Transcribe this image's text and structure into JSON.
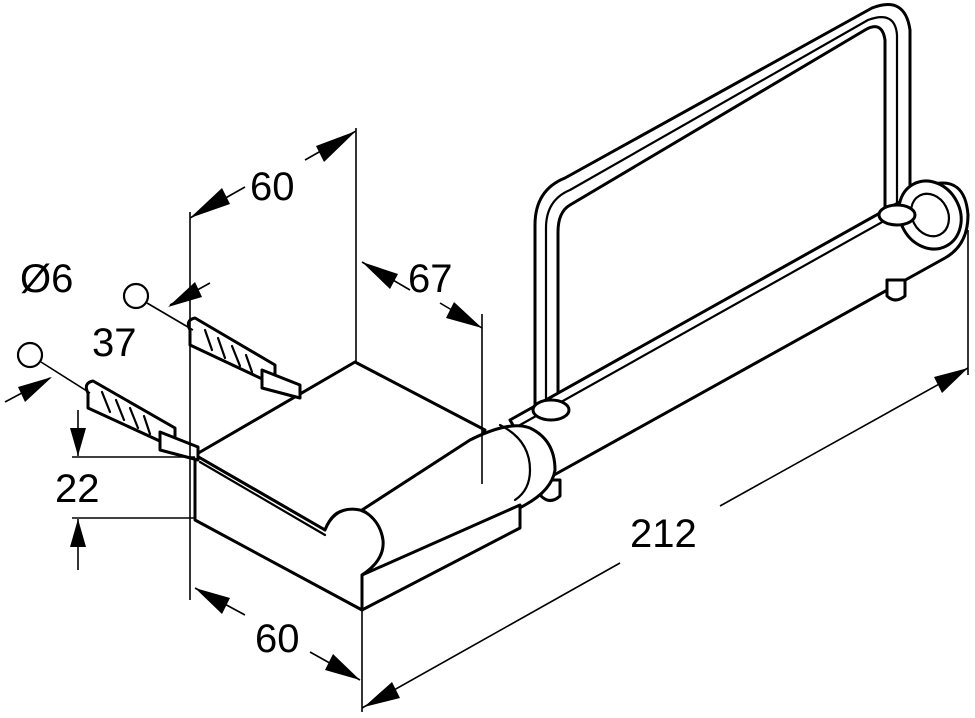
{
  "dimensions": {
    "diameter": "Ø6",
    "depth": "37",
    "height": "22",
    "top_width": "60",
    "bottom_width": "60",
    "offset": "67",
    "total_length": "212"
  }
}
